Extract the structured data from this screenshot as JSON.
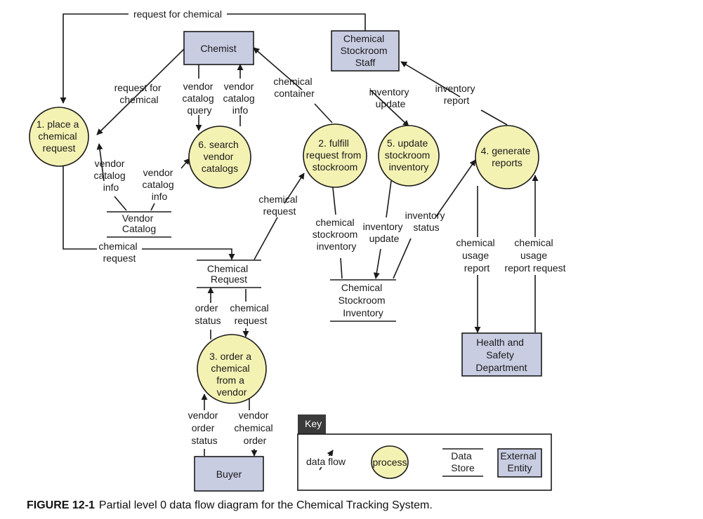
{
  "colors": {
    "entity_fill": "#c9cde2",
    "process_fill": "#f4f2b3",
    "line": "#1a1a1a",
    "key_tab": "#3a3a3a"
  },
  "entities": {
    "chemist": [
      "Chemist"
    ],
    "staff": [
      "Chemical",
      "Stockroom",
      "Staff"
    ],
    "hsd": [
      "Health and",
      "Safety",
      "Department"
    ],
    "buyer": [
      "Buyer"
    ]
  },
  "processes": {
    "p1": [
      "1. place a",
      "chemical",
      "request"
    ],
    "p6": [
      "6. search",
      "vendor",
      "catalogs"
    ],
    "p2": [
      "2. fulfill",
      "request from",
      "stockroom"
    ],
    "p5": [
      "5. update",
      "stockroom",
      "inventory"
    ],
    "p4": [
      "4. generate",
      "reports"
    ],
    "p3": [
      "3. order a",
      "chemical",
      "from a",
      "vendor"
    ]
  },
  "stores": {
    "vendor_catalog": [
      "Vendor",
      "Catalog"
    ],
    "chemical_request": [
      "Chemical",
      "Request"
    ],
    "stockroom_inventory": [
      "Chemical",
      "Stockroom",
      "Inventory"
    ]
  },
  "flows": {
    "request_for_chemical_top": [
      "request for chemical"
    ],
    "request_for_chemical": [
      "request for",
      "chemical"
    ],
    "vendor_catalog_query": [
      "vendor",
      "catalog",
      "query"
    ],
    "vendor_catalog_info_top": [
      "vendor",
      "catalog",
      "info"
    ],
    "chemical_container": [
      "chemical",
      "container"
    ],
    "inventory_update_top": [
      "inventory",
      "update"
    ],
    "inventory_report": [
      "inventory",
      "report"
    ],
    "vendor_catalog_info_left": [
      "vendor",
      "catalog",
      "info"
    ],
    "vendor_catalog_info_mid": [
      "vendor",
      "catalog",
      "info"
    ],
    "chemical_request_mid": [
      "chemical",
      "request"
    ],
    "chemical_stockroom_inventory": [
      "chemical",
      "stockroom",
      "inventory"
    ],
    "inventory_update_mid": [
      "inventory",
      "update"
    ],
    "inventory_status": [
      "inventory",
      "status"
    ],
    "chemical_usage_report": [
      "chemical",
      "usage",
      "report"
    ],
    "chemical_usage_report_request": [
      "chemical",
      "usage",
      "report request"
    ],
    "chemical_request_left": [
      "chemical",
      "request"
    ],
    "order_status": [
      "order",
      "status"
    ],
    "chemical_request_low": [
      "chemical",
      "request"
    ],
    "vendor_order_status": [
      "vendor",
      "order",
      "status"
    ],
    "vendor_chemical_order": [
      "vendor",
      "chemical",
      "order"
    ]
  },
  "key": {
    "title": "Key",
    "data_flow": "data flow",
    "process": "process",
    "data_store": [
      "Data",
      "Store"
    ],
    "external_entity": [
      "External",
      "Entity"
    ]
  },
  "caption": {
    "label": "FIGURE 12-1",
    "text": "Partial level 0 data flow diagram for the Chemical Tracking System."
  }
}
